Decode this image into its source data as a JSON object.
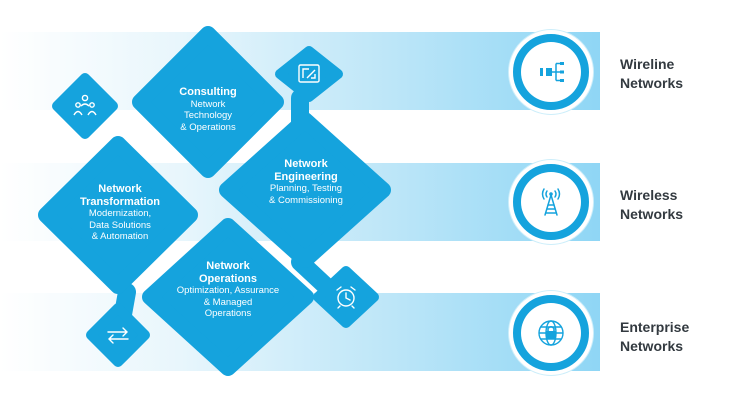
{
  "services": [
    {
      "id": "consulting",
      "title": "Consulting",
      "lines": [
        "Network",
        "Technology",
        "& Operations"
      ]
    },
    {
      "id": "engineering",
      "title": "Network Engineering",
      "lines": [
        "Planning, Testing",
        "& Commissioning"
      ]
    },
    {
      "id": "transformation",
      "title": "Network Transformation",
      "lines": [
        "Modernization,",
        "Data Solutions",
        "& Automation"
      ]
    },
    {
      "id": "operations",
      "title": "Network Operations",
      "lines": [
        "Optimization, Assurance",
        "& Managed",
        "Operations"
      ]
    }
  ],
  "networks": [
    {
      "id": "wireline",
      "label_line1": "Wireline",
      "label_line2": "Networks",
      "icon": "network-hierarchy-icon"
    },
    {
      "id": "wireless",
      "label_line1": "Wireless",
      "label_line2": "Networks",
      "icon": "radio-tower-icon"
    },
    {
      "id": "enterprise",
      "label_line1": "Enterprise",
      "label_line2": "Networks",
      "icon": "globe-lock-icon"
    }
  ],
  "small_icons": [
    "people-icon",
    "blueprint-icon",
    "arrows-exchange-icon",
    "alarm-clock-icon"
  ],
  "colors": {
    "primary": "#15a3dd",
    "band_light": "#e8f6fc",
    "band_dark": "#8fd6f5",
    "label_text": "#333a40"
  }
}
